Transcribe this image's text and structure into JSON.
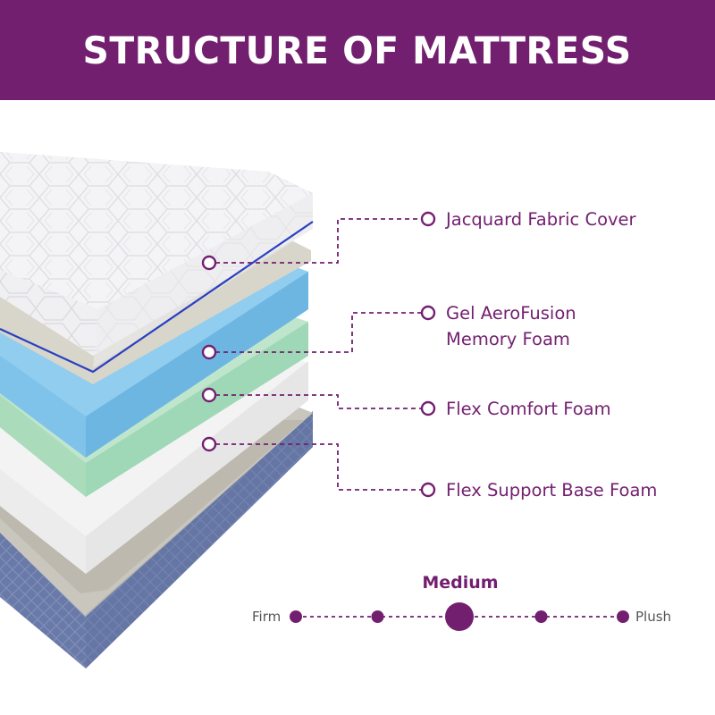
{
  "header": {
    "title": "STRUCTURE OF MATTRESS"
  },
  "layers": [
    {
      "label": "Jacquard Fabric Cover"
    },
    {
      "label": "Gel AeroFusion Memory Foam"
    },
    {
      "label": "Flex Comfort Foam"
    },
    {
      "label": "Flex Support Base Foam"
    }
  ],
  "firmness": {
    "scale_left": "Firm",
    "scale_right": "Plush",
    "selected_label": "Medium",
    "steps": 5,
    "selected_step": 3
  },
  "colors": {
    "brand": "#731f70",
    "cover_top": "#f4f4f6",
    "gel_foam": "#79bfe8",
    "comfort_foam": "#a7dcbe",
    "support_foam": "#f2f2f2",
    "base_cover": "#6879a6",
    "piping": "#2a40c0"
  }
}
